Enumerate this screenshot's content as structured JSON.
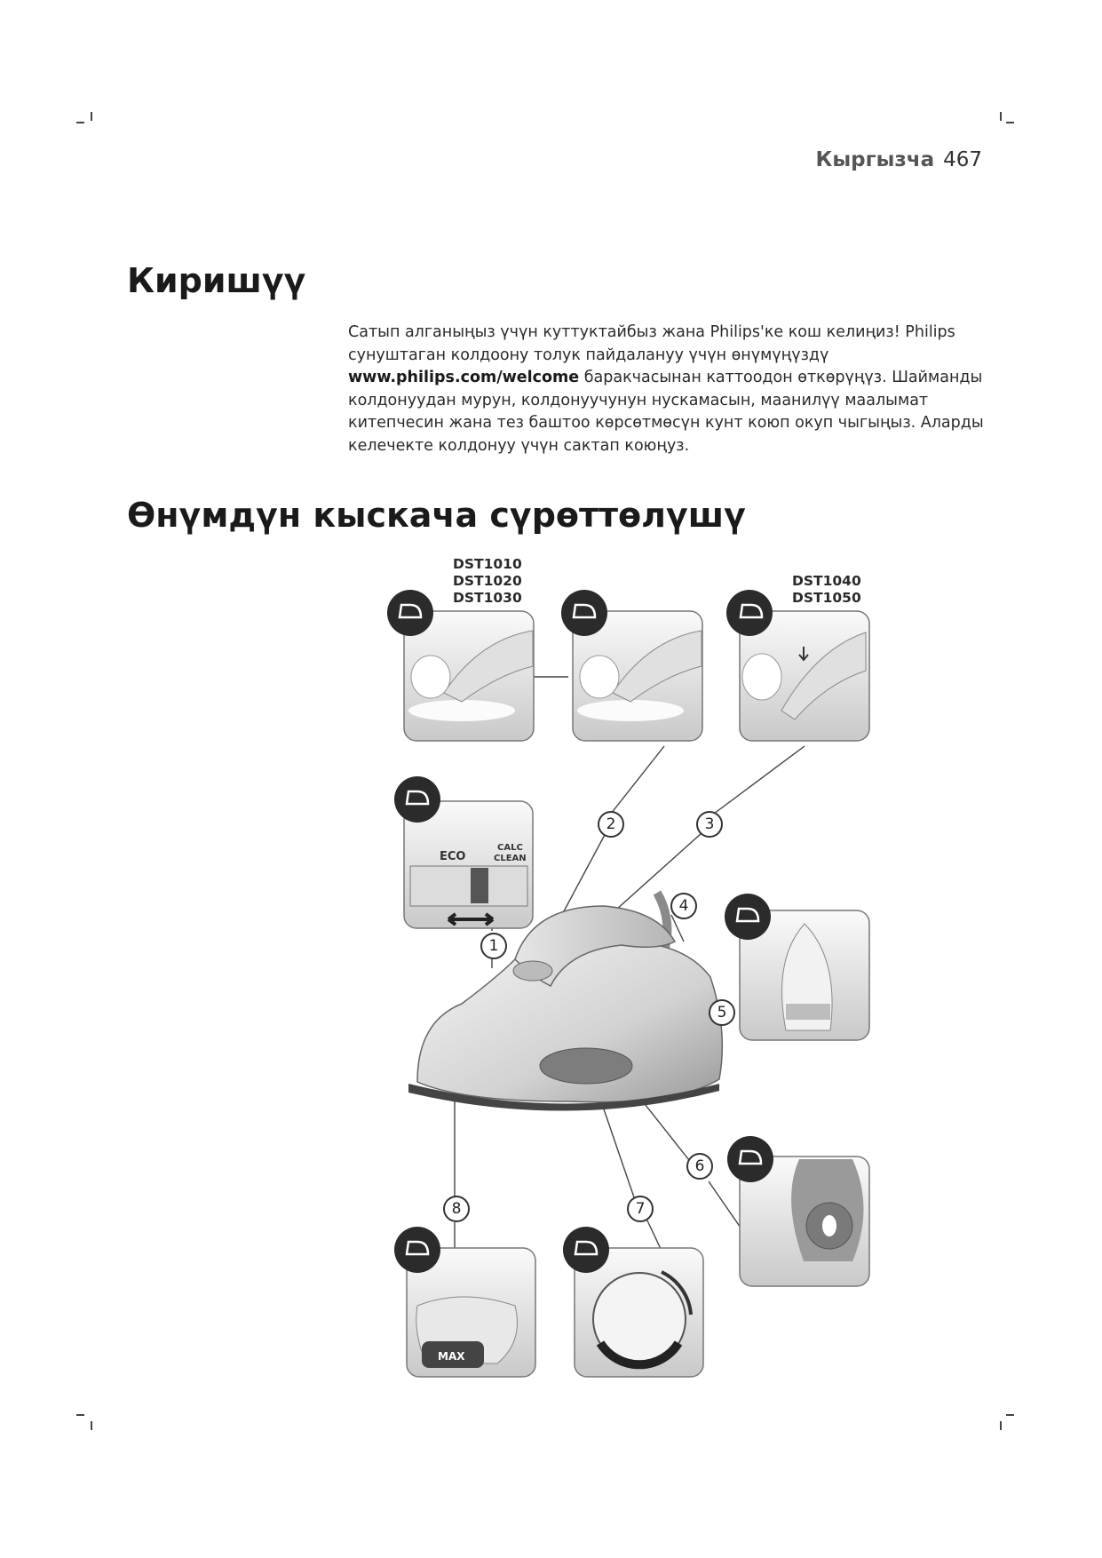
{
  "header": {
    "language": "Кыргызча",
    "page_number": "467"
  },
  "sections": [
    {
      "title": "Киришүү"
    },
    {
      "title": "Өнүмдүн кыскача сүрөттөлүшү"
    }
  ],
  "intro": {
    "line1": "Сатып алганыңыз үчүн куттуктайбыз жана Philips'ке кош келиңиз! Philips",
    "line2": "сунуштаган колдоону толук пайдалануу үчүн өнүмүңүздү",
    "url": "www.philips.com/welcome",
    "line3_rest": " баракчасынан каттоодон өткөрүңүз. Шайманды",
    "line4": "колдонуудан мурун, колдонуучунун нускамасын, маанилүү маалымат",
    "line5": "китепчесин жана тез баштоо көрсөтмөсүн кунт коюп окуп чыгыңыз. Аларды",
    "line6": "келечекте колдонуу үчүн сактап коюңуз."
  },
  "figure": {
    "models_left": [
      "DST1010",
      "DST1020",
      "DST1030"
    ],
    "models_right": [
      "DST1040",
      "DST1050"
    ],
    "panel_labels": {
      "eco": "ECO",
      "calc": "CALC",
      "clean": "CLEAN",
      "max": "MAX"
    },
    "callouts": [
      "1",
      "2",
      "3",
      "4",
      "5",
      "6",
      "7",
      "8"
    ],
    "icons": [
      "iron-steam-boost-icon",
      "iron-steam-boost-icon",
      "iron-spray-icon",
      "iron-steam-control-icon",
      "iron-soleplate-icon",
      "iron-fill-icon",
      "iron-temperature-icon",
      "iron-water-tank-icon"
    ]
  }
}
